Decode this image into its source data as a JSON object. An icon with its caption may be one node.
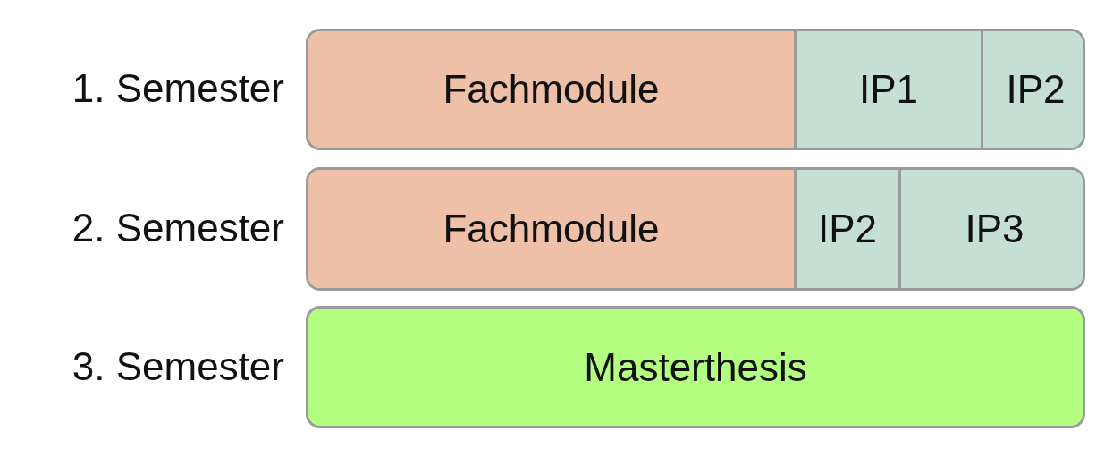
{
  "diagram": {
    "nodes": [
      {
        "text": [],
        "shape": "box",
        "beside": [
          "1. Semester"
        ]
      },
      {
        "text": [
          "Fachmodule"
        ],
        "in": 0
      },
      {
        "text": [
          "IP1"
        ],
        "in": 0
      },
      {
        "text": [
          "IP2"
        ],
        "in": 0
      },
      {
        "text": [],
        "shape": "box",
        "beside": [
          "2. Semester"
        ]
      },
      {
        "text": [
          "Fachmodule"
        ],
        "in": 4
      },
      {
        "text": [
          "IP2"
        ],
        "in": 4
      },
      {
        "text": [
          "IP3"
        ],
        "in": 4
      },
      {
        "text": [
          "Masterthesis"
        ],
        "beside": [
          "3. Semester"
        ]
      }
    ],
    "edges": []
  }
}
